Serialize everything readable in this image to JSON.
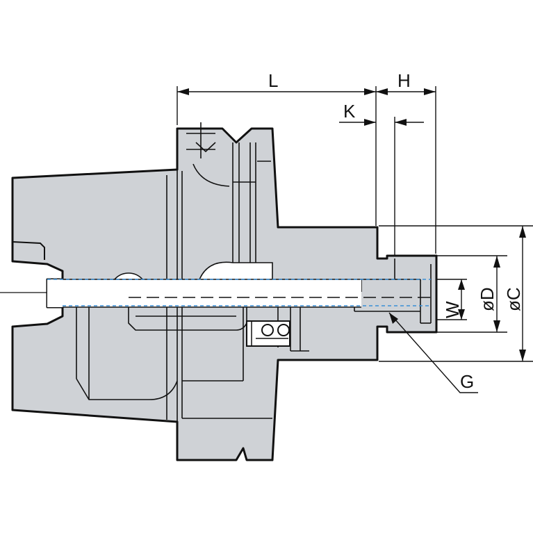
{
  "colors": {
    "body_fill": "#cfd2d6",
    "outline": "#111111",
    "centerline": "#3a8fd6",
    "background": "#ffffff"
  },
  "labels": {
    "L": "L",
    "H": "H",
    "K": "K",
    "W": "W",
    "D": "øD",
    "C": "øC",
    "G": "G"
  }
}
